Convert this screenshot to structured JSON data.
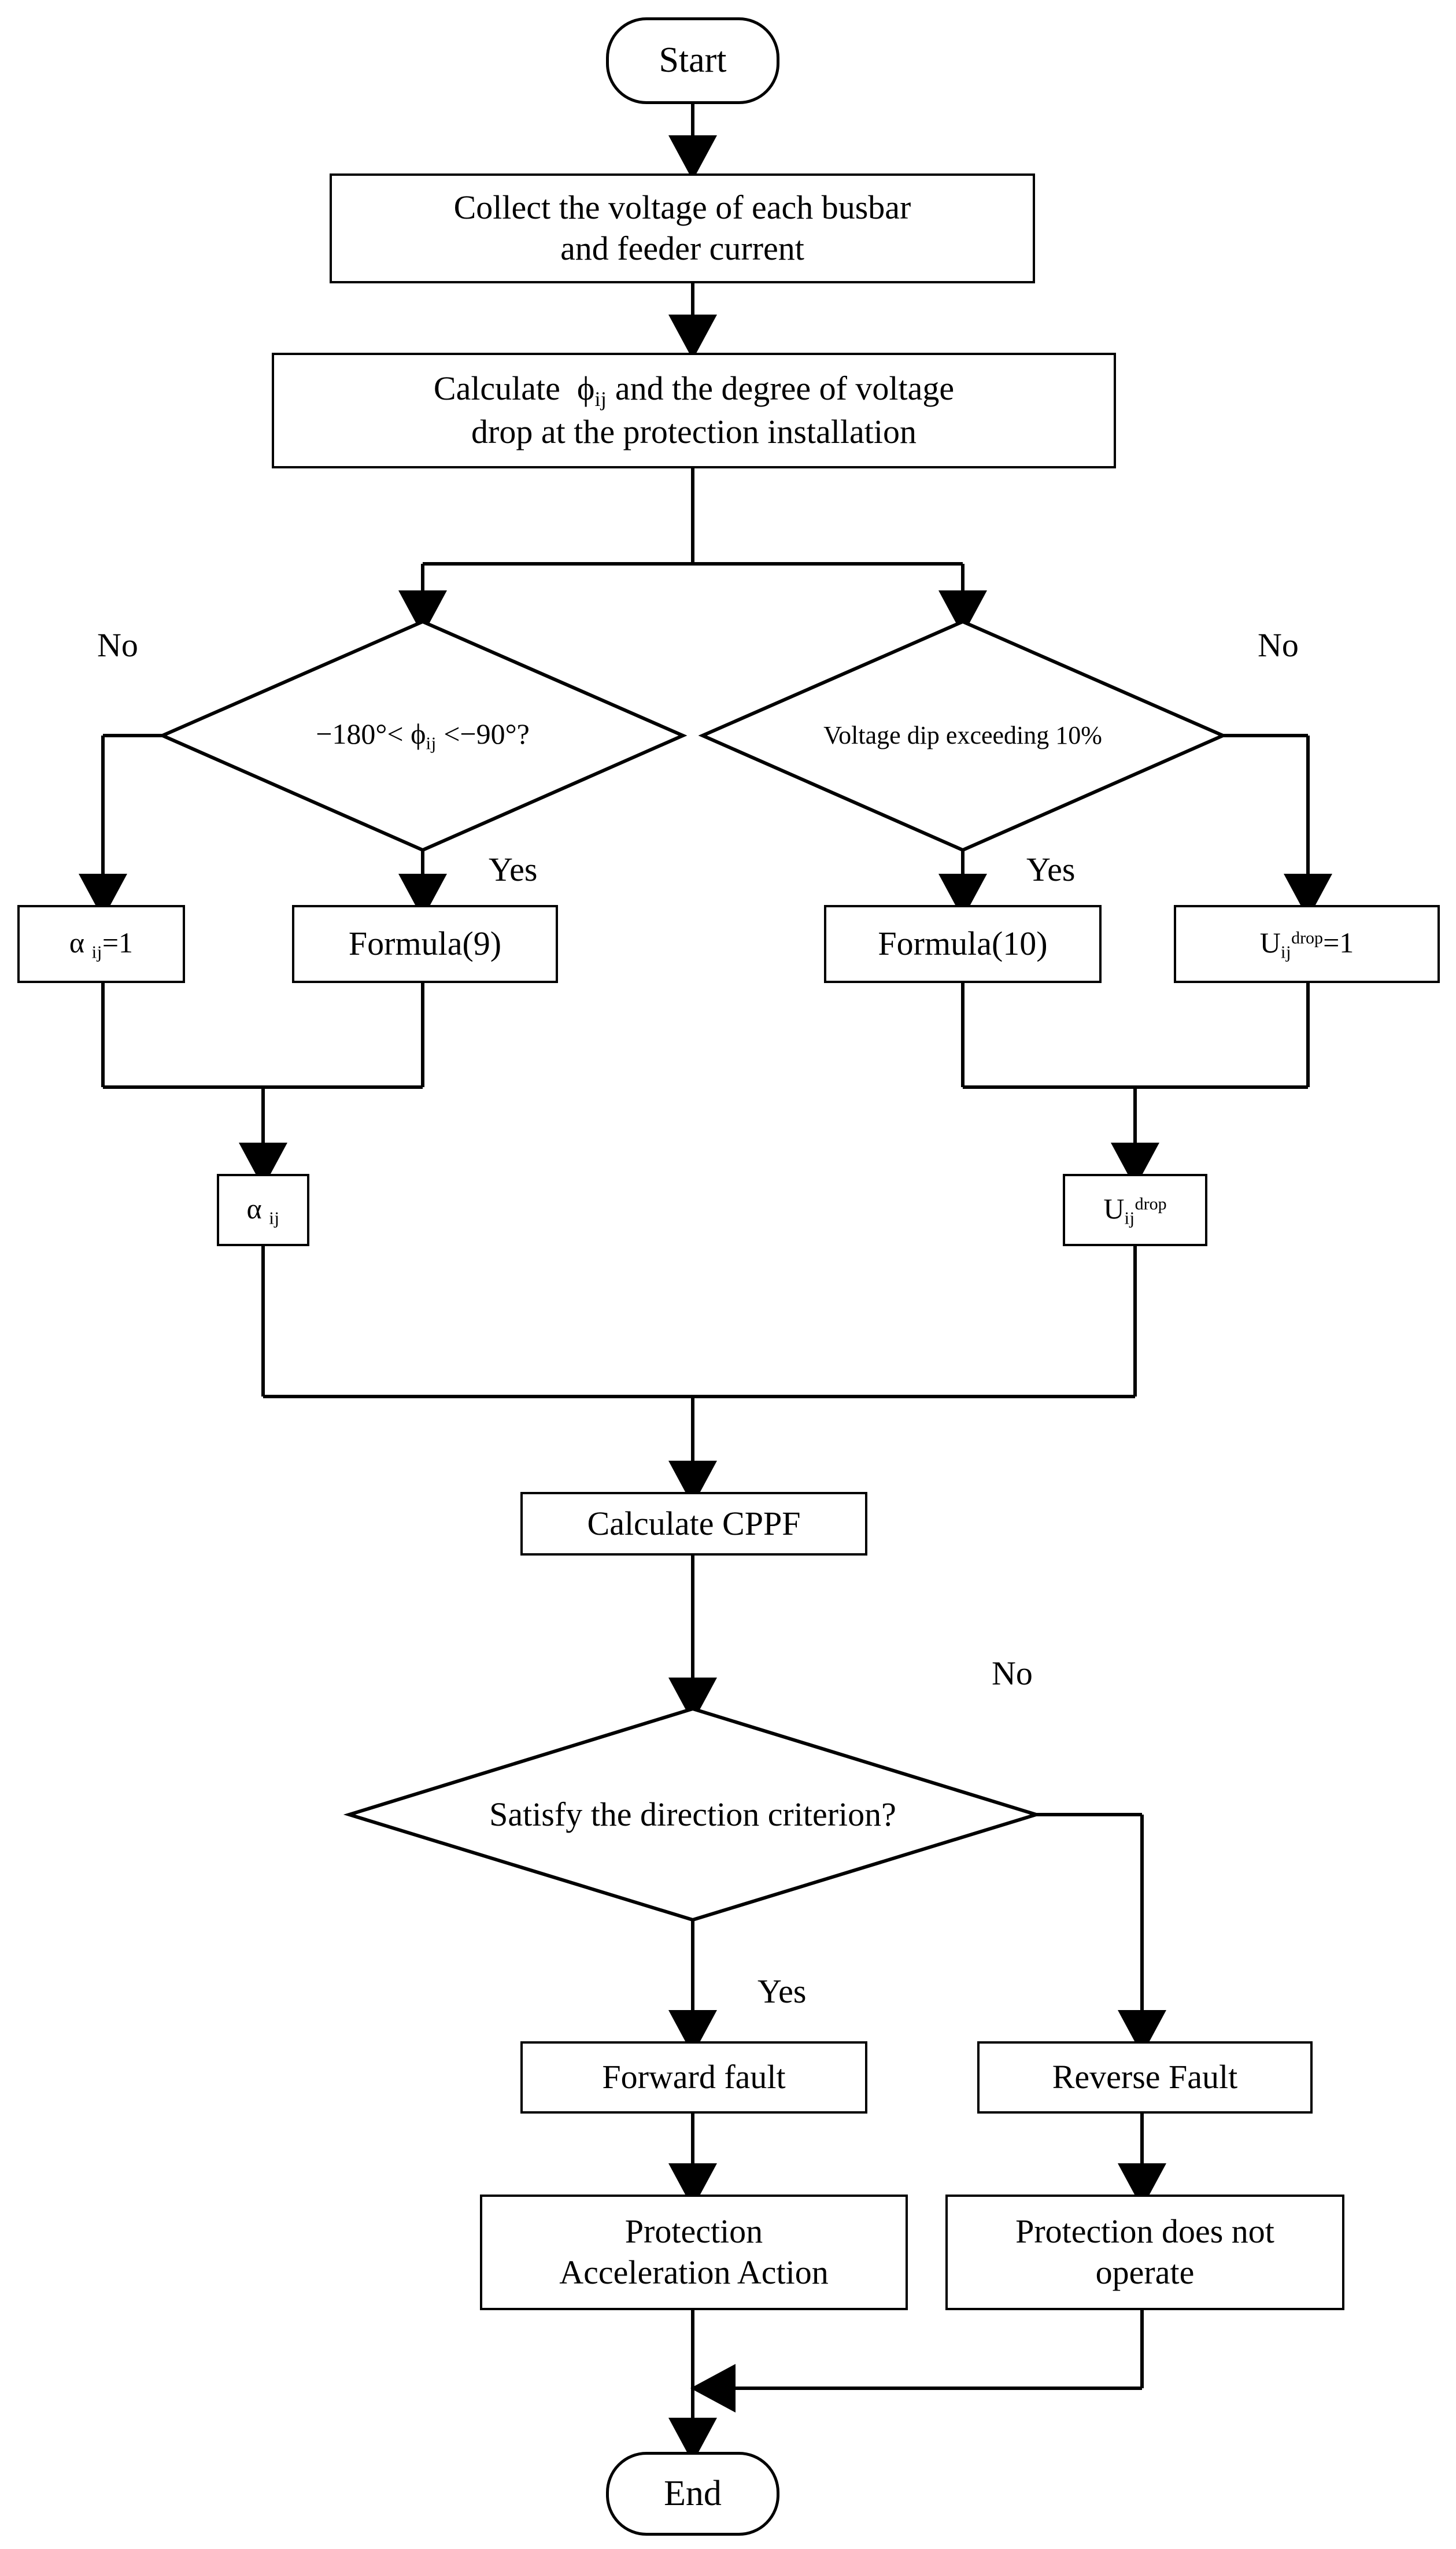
{
  "diagram": {
    "title": "Protection direction criterion flowchart",
    "type": "flowchart",
    "line_color": "#000000",
    "background_color": "#ffffff",
    "text_color": "#000000"
  },
  "nodes": {
    "start": {
      "label": "Start",
      "shape": "terminal"
    },
    "collect": {
      "line1": "Collect the voltage of each busbar",
      "line2": "and feeder current",
      "shape": "process"
    },
    "calculate_phi": {
      "line1_a": "Calculate",
      "line1_sym": "ϕ",
      "line1_sub": "ij",
      "line1_b": "and the degree of voltage",
      "line2": "drop at the protection installation",
      "shape": "process"
    },
    "decision_phase": {
      "text_a": "−180°< ",
      "text_sym": "ϕ",
      "text_sub": "ij",
      "text_b": " <−90°?",
      "shape": "decision"
    },
    "decision_dip": {
      "label": "Voltage dip exceeding 10%",
      "shape": "decision"
    },
    "alpha_one": {
      "sym": "α",
      "sub": "ij",
      "tail": "=1",
      "shape": "process"
    },
    "formula9": {
      "label": "Formula(9)",
      "shape": "process"
    },
    "formula10": {
      "label": "Formula(10)",
      "shape": "process"
    },
    "udrop_one": {
      "sym": "U",
      "sub": "ij",
      "sup": "drop",
      "tail": "=1",
      "shape": "process"
    },
    "alpha_result": {
      "sym": "α",
      "sub": "ij",
      "shape": "process"
    },
    "udrop_result": {
      "sym": "U",
      "sub": "ij",
      "sup": "drop",
      "shape": "process"
    },
    "calc_cppf": {
      "label": "Calculate CPPF",
      "shape": "process"
    },
    "decision_direction": {
      "label": "Satisfy the direction criterion?",
      "shape": "decision"
    },
    "forward_fault": {
      "label": "Forward fault",
      "shape": "process"
    },
    "reverse_fault": {
      "label": "Reverse Fault",
      "shape": "process"
    },
    "protection_accel": {
      "line1": "Protection",
      "line2": "Acceleration Action",
      "shape": "process"
    },
    "protection_no_op": {
      "line1": "Protection does not",
      "line2": "operate",
      "shape": "process"
    },
    "end": {
      "label": "End",
      "shape": "terminal"
    }
  },
  "edge_labels": {
    "no_left_phase": "No",
    "yes_phase": "Yes",
    "yes_dip": "Yes",
    "no_right_dip": "No",
    "no_direction": "No",
    "yes_direction": "Yes"
  }
}
